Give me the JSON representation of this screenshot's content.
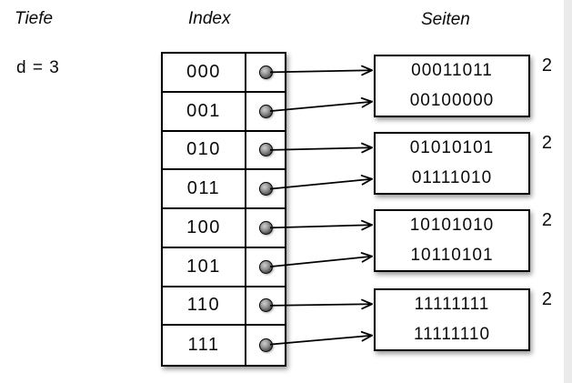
{
  "headers": {
    "tiefe": "Tiefe",
    "index": "Index",
    "seiten": "Seiten"
  },
  "depth": {
    "label": "d = 3"
  },
  "index_table": {
    "entries": [
      "000",
      "001",
      "010",
      "011",
      "100",
      "101",
      "110",
      "111"
    ]
  },
  "pages": [
    {
      "entries": [
        "00011011",
        "00100000"
      ],
      "local_depth": "2"
    },
    {
      "entries": [
        "01010101",
        "01111010"
      ],
      "local_depth": "2"
    },
    {
      "entries": [
        "10101010",
        "10110101"
      ],
      "local_depth": "2"
    },
    {
      "entries": [
        "11111111",
        "11111110"
      ],
      "local_depth": "2"
    }
  ],
  "connections": [
    {
      "index_entry": "000",
      "page": 0,
      "slot": 0
    },
    {
      "index_entry": "001",
      "page": 0,
      "slot": 1
    },
    {
      "index_entry": "010",
      "page": 1,
      "slot": 0
    },
    {
      "index_entry": "011",
      "page": 1,
      "slot": 1
    },
    {
      "index_entry": "100",
      "page": 2,
      "slot": 0
    },
    {
      "index_entry": "101",
      "page": 2,
      "slot": 1
    },
    {
      "index_entry": "110",
      "page": 3,
      "slot": 0
    },
    {
      "index_entry": "111",
      "page": 3,
      "slot": 1
    }
  ],
  "colors": {
    "stroke": "#000000",
    "background": "#ffffff",
    "page_fill": "#ffffff",
    "right_strip": "#eaeaea"
  }
}
